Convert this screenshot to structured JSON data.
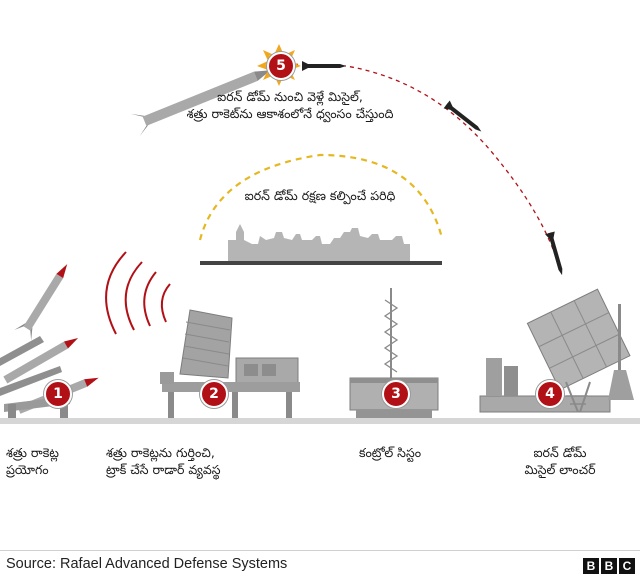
{
  "interception_label": [
    "ఐరన్ డోమ్ నుంచి వెళ్లే మిసైల్,",
    "శత్రు రాకెట్‌ను ఆకాశంలోనే ధ్వంసం చేస్తుంది"
  ],
  "range_label": "ఐరన్ డోమ్ రక్షణ కల్పించే పరిధి",
  "stages": [
    {
      "number": "1",
      "label": [
        "శత్రు రాకెట్ల",
        "ప్రయోగం"
      ]
    },
    {
      "number": "2",
      "label": [
        "శత్రు రాకెట్లను గుర్తించి,",
        "ట్రాక్ చేసే రాడార్ వ్యవస్థ"
      ]
    },
    {
      "number": "3",
      "label": [
        "కంట్రోల్ సిస్టం"
      ]
    },
    {
      "number": "4",
      "label": [
        "ఐరన్ డోమ్",
        "మిసైల్ లాంచర్"
      ]
    },
    {
      "number": "5"
    }
  ],
  "source": "Source: Rafael Advanced Defense Systems",
  "brand": [
    "B",
    "B",
    "C"
  ],
  "colors": {
    "accent_red": "#b11116",
    "range_arc": "#e5b822",
    "trajectory": "#b11116",
    "equipment": "#9b9b9b",
    "explosion": "#f2a81d"
  }
}
